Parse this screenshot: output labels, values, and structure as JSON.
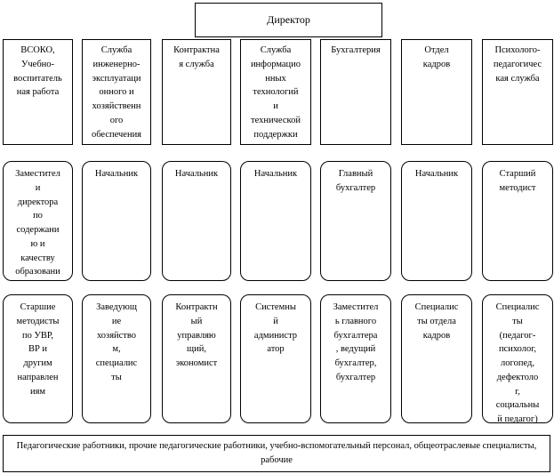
{
  "top": {
    "director": "Директор"
  },
  "departments": [
    "ВСОКО,\nУчебно-\nвоспитатель\nная работа",
    "Служба\nинженерно-\nэксплуатаци\nонного и\nхозяйственн\nого\nобеспечения",
    "Контрактна\nя служба",
    "Служба\nинформацио\nнных\nтехнологий\nи\nтехнической\nподдержки",
    "Бухгалтерия",
    "Отдел\nкадров",
    "Психолого-\nпедагогичес\nкая служба"
  ],
  "heads": [
    "Заместител\nи\nдиректора\nпо\nсодержани\nю и\nкачеству\nобразовани\nя",
    "Начальник",
    "Начальник",
    "Начальник",
    "Главный\nбухгалтер",
    "Начальник",
    "Старший\nметодист"
  ],
  "staff": [
    "Старшие\nметодисты\nпо УВР,\nВР и\nдругим\nнаправлен\nиям",
    "Заведующ\nие\nхозяйство\nм,\nспециалис\nты",
    "Контрактн\nый\nуправляю\nщий,\nэкономист",
    "Системны\nй\nадминистр\nатор",
    "Заместител\nь главного\nбухгалтера\n, ведущий\nбухгалтер,\nбухгалтер",
    "Специалис\nты отдела\nкадров",
    "Специалис\nты\n(педагог-\nпсихолог,\nлогопед,\nдефектоло\nг,\nсоциальны\nй педагог)"
  ],
  "bottom": "Педагогические работники, прочие педагогические работники, учебно-вспомогательный персонал, общеотраслевые специалисты, рабочие"
}
